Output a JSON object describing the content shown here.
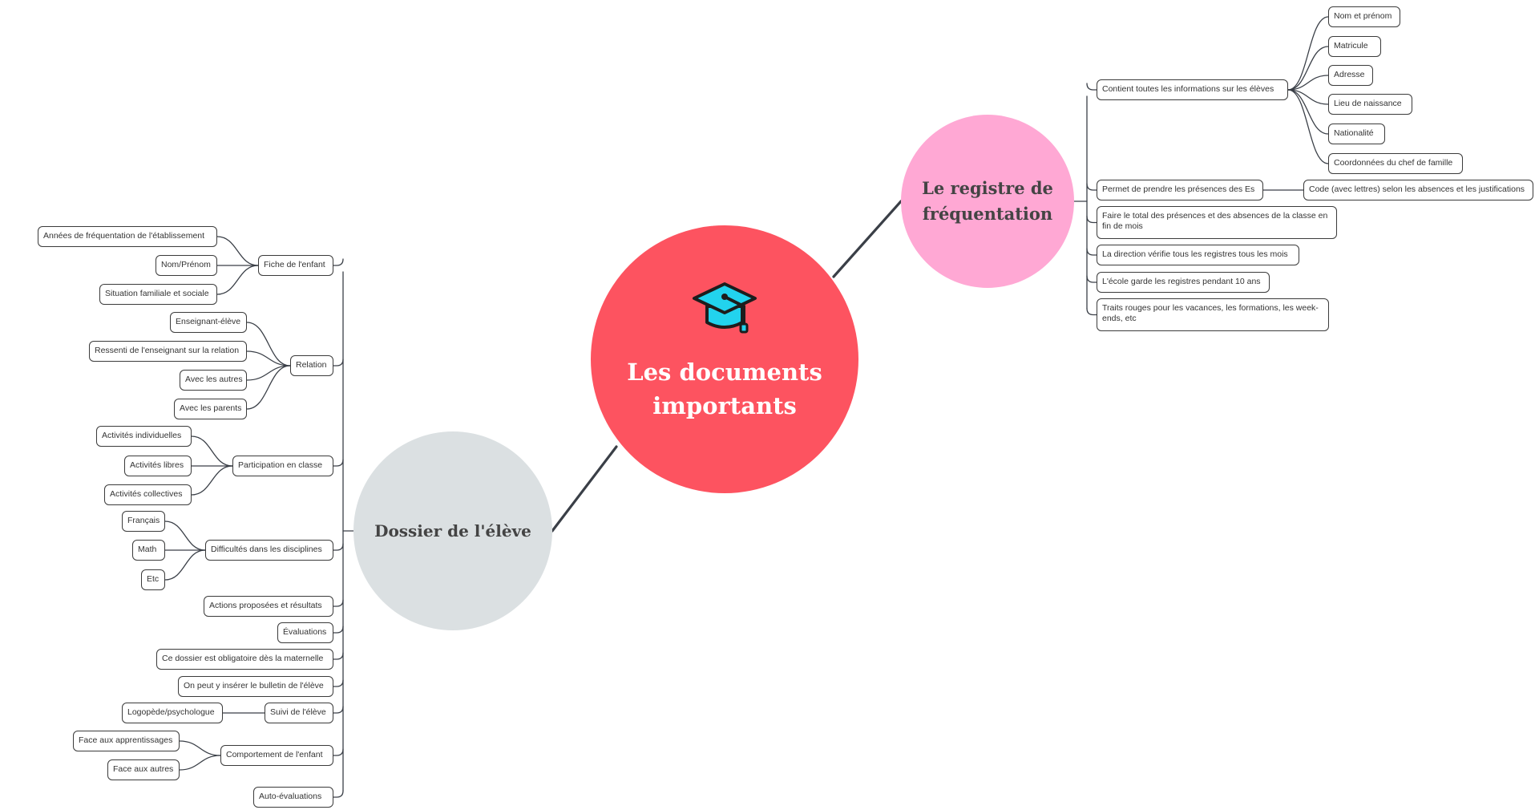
{
  "colors": {
    "center": "#fd5360",
    "right_main": "#ffa8d4",
    "left_main": "#dbe0e2",
    "connector": "#3a3f47",
    "cap_fill": "#22d3ee"
  },
  "center": {
    "icon": "graduation-cap-icon",
    "title_line1": "Les documents",
    "title_line2": "importants"
  },
  "right_main": {
    "title_line1": "Le registre de",
    "title_line2": "fréquentation"
  },
  "left_main": {
    "title": "Dossier de l'élève"
  },
  "right_branch": {
    "contains": {
      "label": "Contient toutes les informations sur les élèves",
      "children": [
        "Nom et prénom",
        "Matricule",
        "Adresse",
        "Lieu de naissance",
        "Nationalité",
        "Coordonnées du chef de famille"
      ]
    },
    "presences": {
      "label": "Permet de prendre les présences des Es",
      "child": "Code (avec lettres) selon les absences et les justifications"
    },
    "total": "Faire le total des présences et des absences de la classe en fin de mois",
    "direction": "La direction vérifie tous les registres tous les mois",
    "ecole": "L'école garde les registres pendant 10 ans",
    "traits": "Traits rouges pour les vacances, les formations, les week-ends, etc"
  },
  "left_branch": {
    "fiche": {
      "label": "Fiche de l'enfant",
      "children": [
        "Années de fréquentation de l'établissement",
        "Nom/Prénom",
        "Situation familiale et sociale"
      ]
    },
    "relation": {
      "label": "Relation",
      "children": [
        "Enseignant-élève",
        "Ressenti de l'enseignant sur la relation",
        "Avec les autres",
        "Avec les parents"
      ]
    },
    "participation": {
      "label": "Participation en classe",
      "children": [
        "Activités individuelles",
        "Activités libres",
        "Activités collectives"
      ]
    },
    "difficultes": {
      "label": "Difficultés dans les disciplines",
      "children": [
        "Français",
        "Math",
        "Etc"
      ]
    },
    "actions": "Actions proposées et résultats",
    "evaluations": "Évaluations",
    "obligatoire": "Ce dossier est obligatoire dès la maternelle",
    "bulletin": "On peut y insérer le bulletin de l'élève",
    "suivi": {
      "label": "Suivi de l'élève",
      "child": "Logopède/psychologue"
    },
    "comportement": {
      "label": "Comportement de l'enfant",
      "children": [
        "Face aux apprentissages",
        "Face aux autres"
      ]
    },
    "auto": "Auto-évaluations"
  }
}
